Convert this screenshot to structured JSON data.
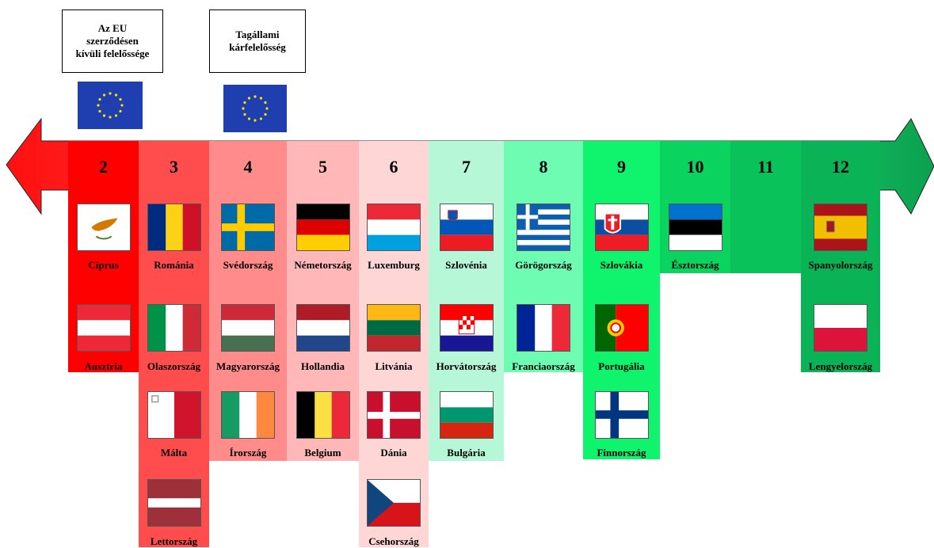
{
  "legend": [
    {
      "label": "Az EU\nszerződésen\nkívüli felelőssége"
    },
    {
      "label": "Tagállami\nkárfelelősség"
    }
  ],
  "scores": [
    "2",
    "3",
    "4",
    "5",
    "6",
    "7",
    "8",
    "9",
    "10",
    "11",
    "12"
  ],
  "colors": {
    "2": "#ff0000",
    "3": "#ff4d4d",
    "4": "#ff8b8b",
    "5": "#ffb7b7",
    "6": "#ffd6d6",
    "7": "#b5f7d6",
    "8": "#6dfcb1",
    "9": "#0ff36d",
    "10": "#0ad45f",
    "11": "#09c25a",
    "12": "#0bb357"
  },
  "countries": {
    "2": [
      "Ciprus",
      "Ausztria"
    ],
    "3": [
      "Románia",
      "Olaszország",
      "Málta",
      "Lettország"
    ],
    "4": [
      "Svédország",
      "Magyarország",
      "Írország"
    ],
    "5": [
      "Németország",
      "Hollandia",
      "Belgium"
    ],
    "6": [
      "Luxemburg",
      "Litvánia",
      "Dánia",
      "Csehország"
    ],
    "7": [
      "Szlovénia",
      "Horvátország",
      "Bulgária"
    ],
    "8": [
      "Görögország",
      "Franciaország"
    ],
    "9": [
      "Szlovákia",
      "Portugália",
      "Finnország"
    ],
    "10": [
      "Észtország"
    ],
    "11": [],
    "12": [
      "Spanyolország",
      "Lengyelország"
    ]
  },
  "flag_icons": {
    "Ciprus": "cyprus-flag-icon",
    "Ausztria": "austria-flag-icon",
    "Románia": "romania-flag-icon",
    "Olaszország": "italy-flag-icon",
    "Málta": "malta-flag-icon",
    "Lettország": "latvia-flag-icon",
    "Svédország": "sweden-flag-icon",
    "Magyarország": "hungary-flag-icon",
    "Írország": "ireland-flag-icon",
    "Németország": "germany-flag-icon",
    "Hollandia": "netherlands-flag-icon",
    "Belgium": "belgium-flag-icon",
    "Luxemburg": "luxembourg-flag-icon",
    "Litvánia": "lithuania-flag-icon",
    "Dánia": "denmark-flag-icon",
    "Csehország": "czechia-flag-icon",
    "Szlovénia": "slovenia-flag-icon",
    "Horvátország": "croatia-flag-icon",
    "Bulgária": "bulgaria-flag-icon",
    "Görögország": "greece-flag-icon",
    "Franciaország": "france-flag-icon",
    "Szlovákia": "slovakia-flag-icon",
    "Portugália": "portugal-flag-icon",
    "Finnország": "finland-flag-icon",
    "Észtország": "estonia-flag-icon",
    "Spanyolország": "spain-flag-icon",
    "Lengyelország": "poland-flag-icon"
  }
}
